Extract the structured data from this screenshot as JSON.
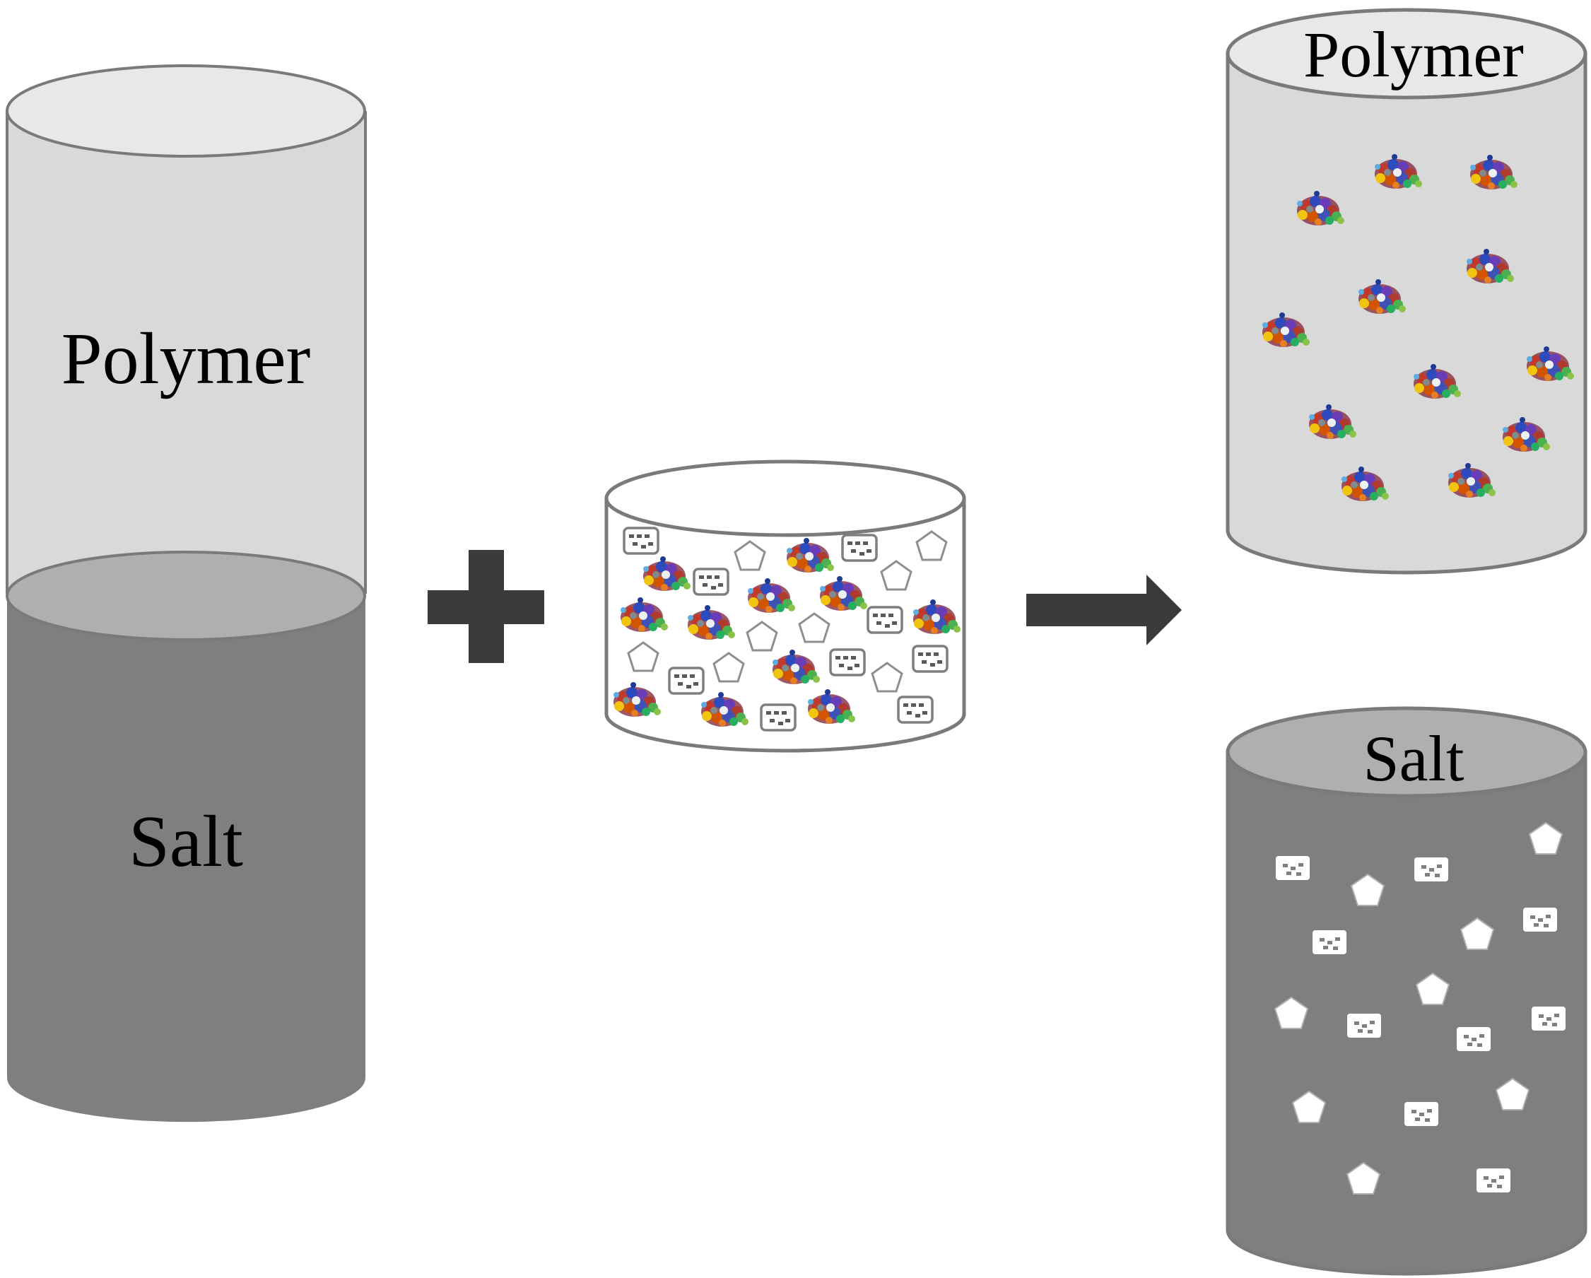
{
  "left_column": {
    "top_label": "Polymer",
    "bottom_label": "Salt"
  },
  "right_top": {
    "label": "Polymer"
  },
  "right_bottom": {
    "label": "Salt"
  },
  "colors": {
    "polymer_phase": "#d9d9d9",
    "polymer_top": "#e8e8e8",
    "salt_phase": "#7f7f7f",
    "salt_top": "#afafaf",
    "outline": "#7a7a7a",
    "operator": "#3b3b3b",
    "salt_particle": "#ffffff"
  },
  "operators": {
    "plus": "plus-icon",
    "arrow": "arrow-right-icon"
  },
  "particle_icons": [
    "protein-molecule-icon",
    "pentagon-sugar-icon",
    "salt-crystal-icon"
  ]
}
